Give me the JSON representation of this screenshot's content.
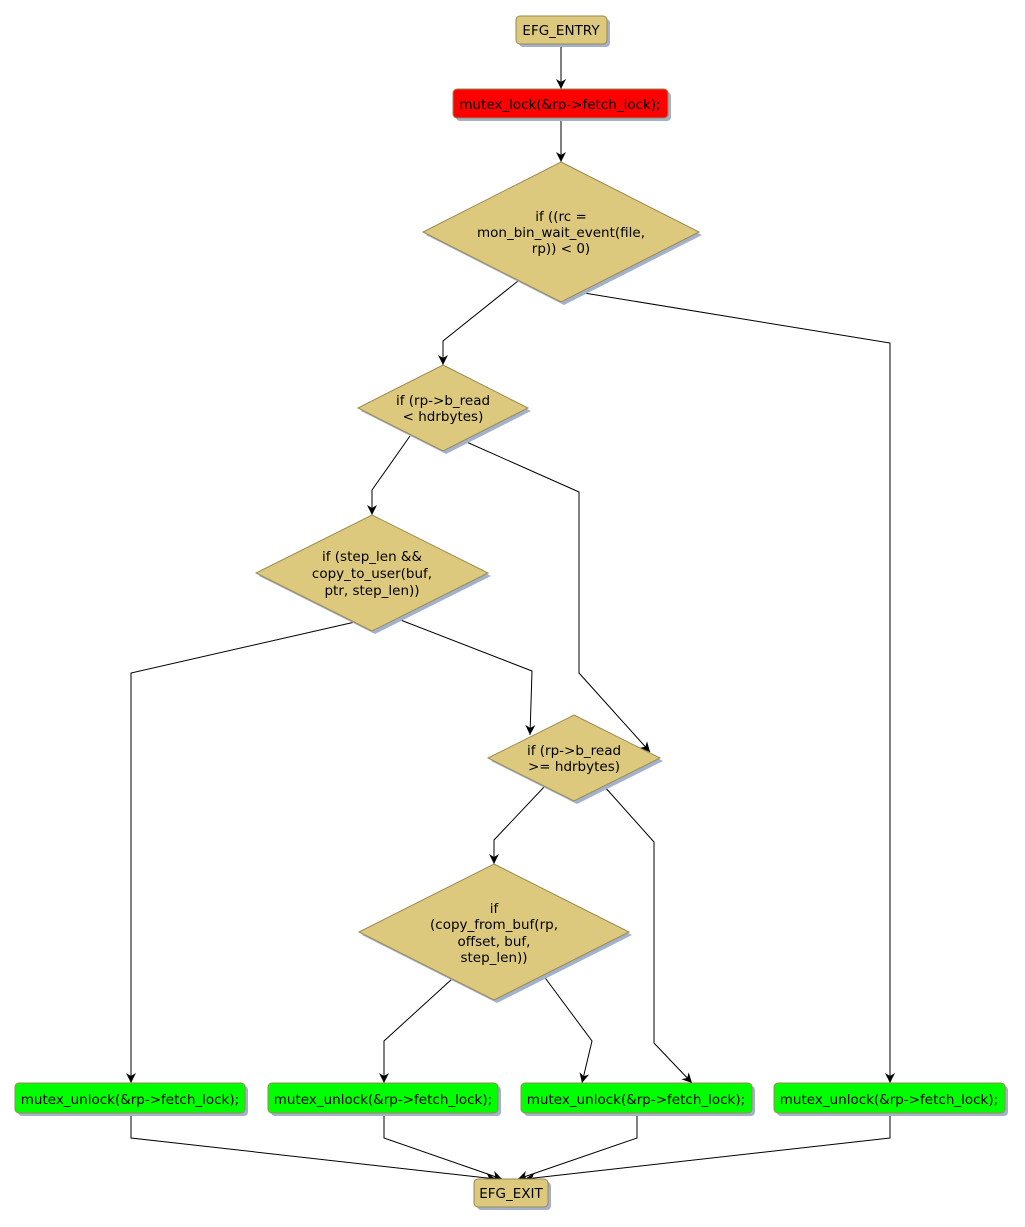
{
  "colors": {
    "decision": "#dcc97e",
    "lock": "#ff0000",
    "unlock": "#00ff00",
    "border": "#9a8a50",
    "shadow": "#a3b1cc"
  },
  "nodes": {
    "entry": "EFG_ENTRY",
    "lock": "mutex_lock(&rp->fetch_lock);",
    "d1": [
      "if ((rc =",
      "mon_bin_wait_event(file,",
      "rp)) < 0)"
    ],
    "d2": [
      "if (rp->b_read",
      "< hdrbytes)"
    ],
    "d3": [
      "if (step_len &&",
      "copy_to_user(buf,",
      "ptr, step_len))"
    ],
    "d4": [
      "if (rp->b_read",
      ">= hdrbytes)"
    ],
    "d5": [
      "if",
      "(copy_from_buf(rp,",
      "offset, buf,",
      "step_len))"
    ],
    "unlock": [
      "mutex_unlock(&rp->fetch_lock);",
      "mutex_unlock(&rp->fetch_lock);",
      "mutex_unlock(&rp->fetch_lock);",
      "mutex_unlock(&rp->fetch_lock);"
    ],
    "exit": "EFG_EXIT"
  }
}
